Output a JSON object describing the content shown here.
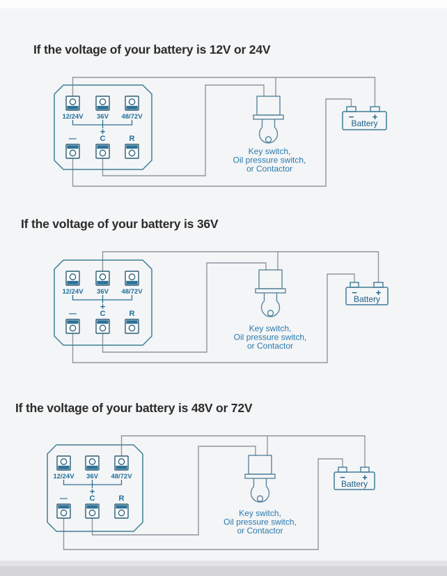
{
  "background": "#f4f5f6",
  "colors": {
    "title_text": "#2b2b2b",
    "device_outline": "#3f7e96",
    "terminal_outline": "#2a5d76",
    "terminal_bar": "#2d7195",
    "terminal_label": "#1e6e9c",
    "wire": "#90959d",
    "switch_outline": "#57869e",
    "switch_text": "#2a79ae",
    "battery_outline": "#3f7d99",
    "battery_text": "#1c5f86"
  },
  "sections": [
    {
      "title": "If the voltage of your battery is 12V or 24V",
      "connected_terminal": "12/24V"
    },
    {
      "title": "If the voltage of your battery is 36V",
      "connected_terminal": "36V"
    },
    {
      "title": "If the voltage of your battery is 48V or 72V",
      "connected_terminal": "48/72V"
    }
  ],
  "shared": {
    "top_labels": [
      "12/24V",
      "36V",
      "48/72V"
    ],
    "plus": "+",
    "bottom_labels": [
      "—",
      "C",
      "R"
    ],
    "switch_lines": [
      "Key switch,",
      "Oil pressure switch,",
      "or Contactor"
    ],
    "battery": {
      "minus": "−",
      "plus": "+",
      "name": "Battery"
    }
  }
}
